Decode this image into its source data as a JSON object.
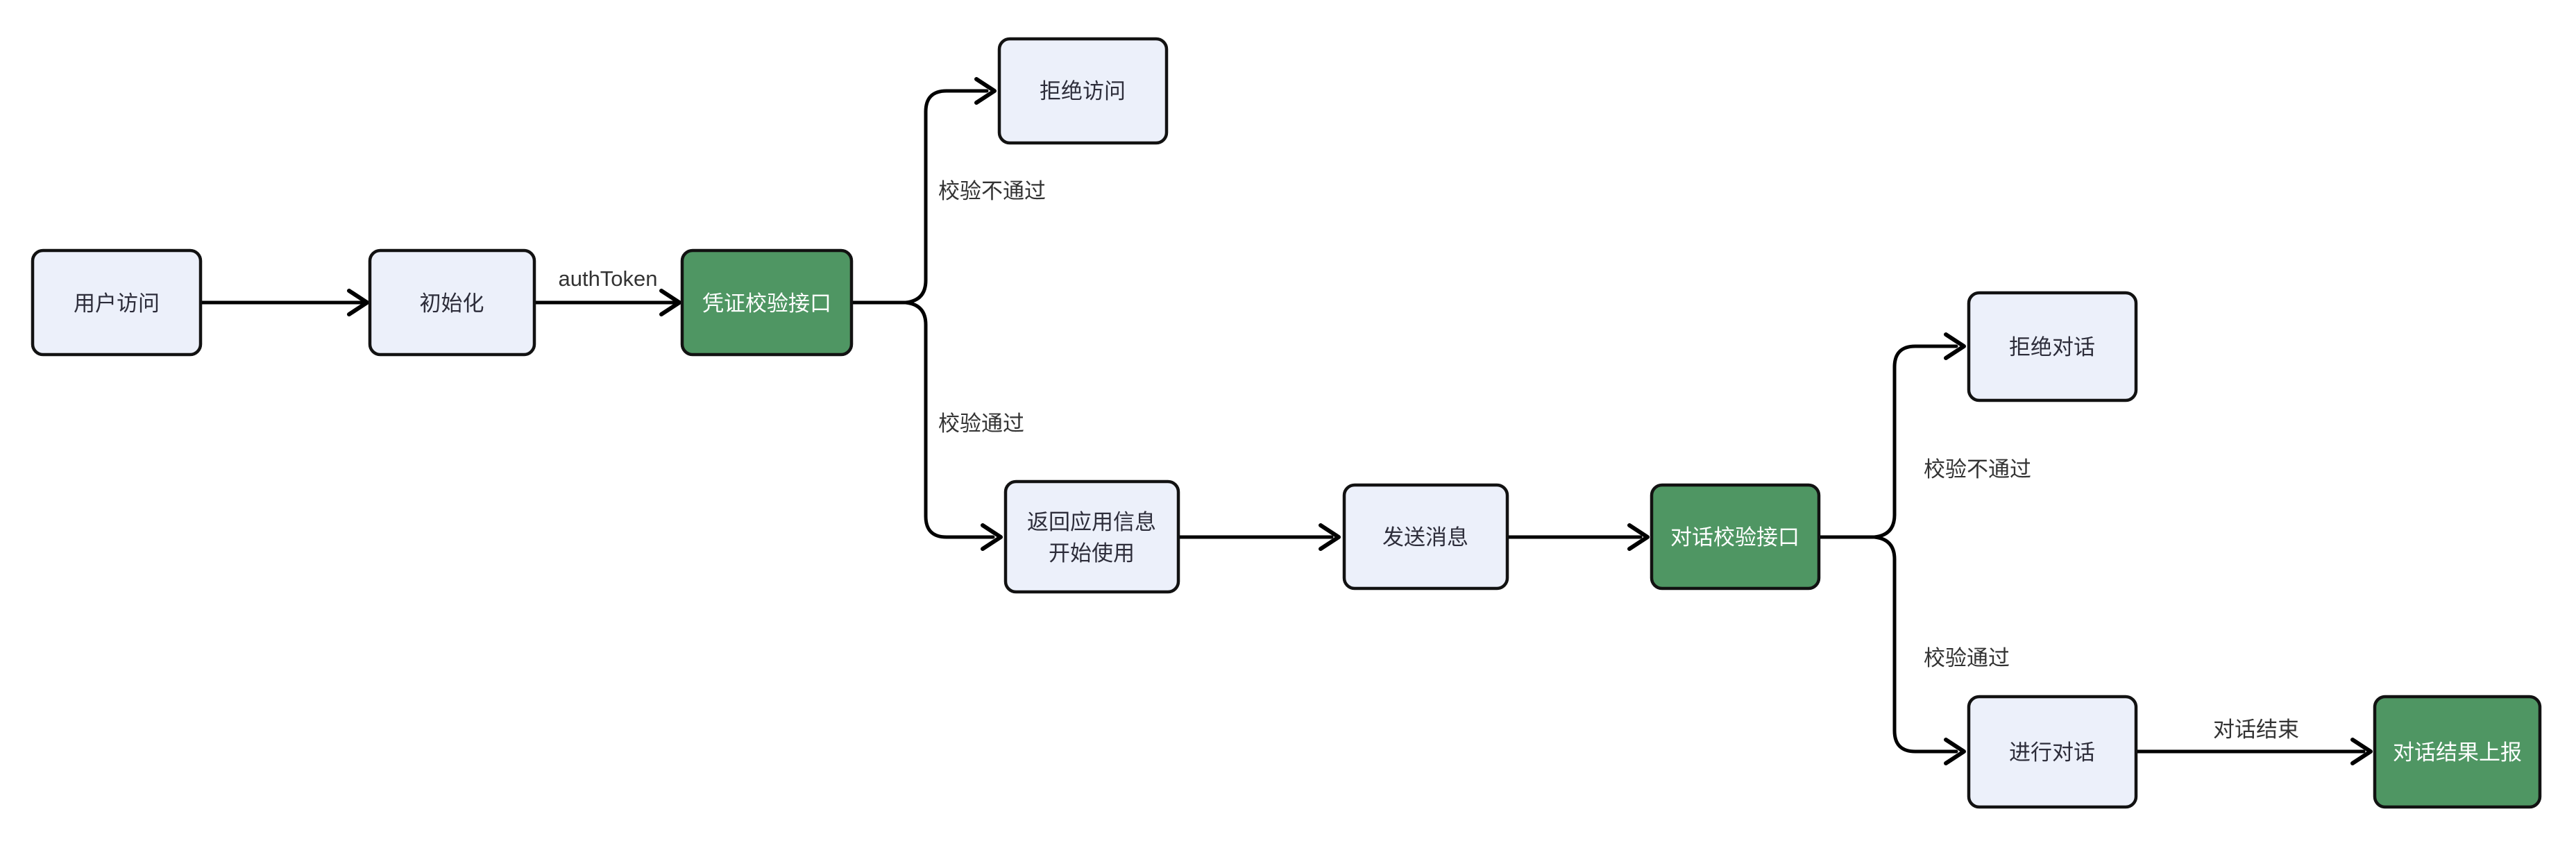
{
  "colors": {
    "background": "#ffffff",
    "node_fill": "#ecf0fa",
    "node_stroke": "#121212",
    "accent_green": "#4f9663",
    "node_text": "#2d2d3a",
    "green_node_text": "#ffffff",
    "edge_stroke": "#000000",
    "edge_label_text": "#333333"
  },
  "nodes": {
    "user_visit": "用户访问",
    "init": "初始化",
    "auth_check": "凭证校验接口",
    "deny_access": "拒绝访问",
    "return_info_line1": "返回应用信息",
    "return_info_line2": "开始使用",
    "send_message": "发送消息",
    "dialog_check": "对话校验接口",
    "deny_dialog": "拒绝对话",
    "do_dialog": "进行对话",
    "report_result": "对话结果上报"
  },
  "edge_labels": {
    "auth_token": "authToken",
    "cred_fail": "校验不通过",
    "cred_pass": "校验通过",
    "dialog_fail": "校验不通过",
    "dialog_pass": "校验通过",
    "dialog_end": "对话结束"
  }
}
